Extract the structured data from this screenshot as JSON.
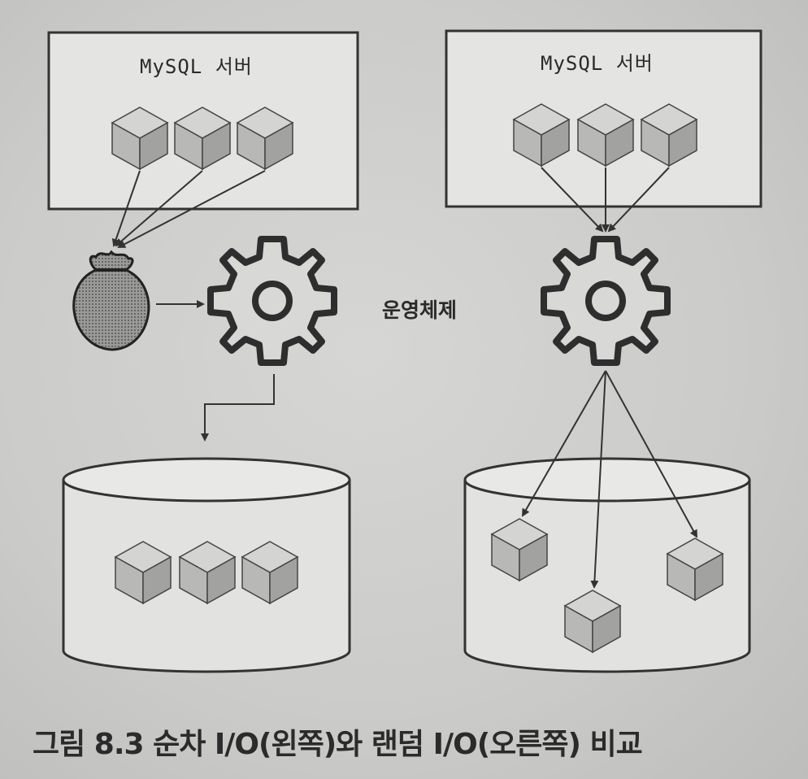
{
  "left": {
    "server_title": "MySQL 서버"
  },
  "right": {
    "server_title": "MySQL 서버"
  },
  "os_label": "운영체제",
  "caption": "그림 8.3 순차 I/O(왼쪽)와 랜덤 I/O(오른쪽) 비교",
  "colors": {
    "line": "#333333",
    "cube_front": "#b5b5b3",
    "cube_top": "#d4d4d2",
    "cube_side": "#9d9d9b",
    "box_fill": "#e6e6e4",
    "bag_fill": "#8a8a88"
  }
}
